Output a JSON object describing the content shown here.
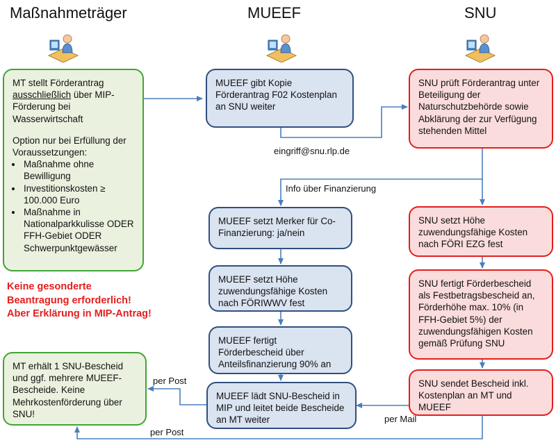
{
  "columns": {
    "left": "Maßnahmeträger",
    "mid": "MUEEF",
    "right": "SNU"
  },
  "boxes": {
    "mt_antrag": {
      "p1_pre": "MT stellt Förderantrag ",
      "p1_u": "ausschließlich",
      "p1_post": " über MIP-Förderung bei Wasserwirtschaft",
      "p2": "Option nur bei Erfüllung der Voraussetzungen:",
      "bullets": [
        "Maßnahme ohne Bewilligung",
        "Investitionskosten ≥ 100.000 Euro",
        "Maßnahme in Nationalparkkulisse ODER FFH-Gebiet ODER Schwerpunktgewässer"
      ]
    },
    "mueef_kopie": "MUEEF gibt Kopie Förderantrag F02 Kostenplan an SNU weiter",
    "snu_pruef": "SNU prüft Förderantrag unter Beteiligung der Naturschutzbehörde sowie Abklärung der zur Verfügung stehenden Mittel",
    "mueef_merker": "MUEEF setzt Merker für Co-Finanzierung: ja/nein",
    "mueef_hoehe": "MUEEF setzt Höhe zuwendungsfähige Kosten nach FÖRIWWV fest",
    "mueef_bescheid": "MUEEF fertigt Förderbescheid über Anteilsfinanzierung 90% an",
    "mueef_laedt": "MUEEF lädt SNU-Bescheid in MIP und leitet beide Bescheide an MT weiter",
    "snu_hoehe": "SNU setzt Höhe zuwendungsfähige Kosten nach FÖRI EZG fest",
    "snu_bescheid": "SNU fertigt Förderbescheid als Festbetragsbescheid an, Förderhöhe max. 10% (in FFH-Gebiet 5%) der zuwendungsfähigen Kosten gemäß Prüfung SNU",
    "snu_sendet": "SNU sendet Bescheid inkl. Kostenplan an MT und MUEEF",
    "mt_erhaelt": "MT erhält 1 SNU-Bescheid und ggf. mehrere MUEEF-Bescheide. Keine Mehrkostenförderung über SNU!"
  },
  "note_lines": [
    "Keine gesonderte",
    "Beantragung erforderlich!",
    "Aber Erklärung in MIP-Antrag!"
  ],
  "labels": {
    "email": "eingriff@snu.rlp.de",
    "info": "Info über Finanzierung",
    "per_post_1": "per Post",
    "per_mail": "per Mail",
    "per_post_2": "per Post"
  },
  "colors": {
    "green": "#3fa535",
    "blue": "#2f4f7f",
    "red": "#e41e1e",
    "arrow": "#4a7ebb"
  }
}
